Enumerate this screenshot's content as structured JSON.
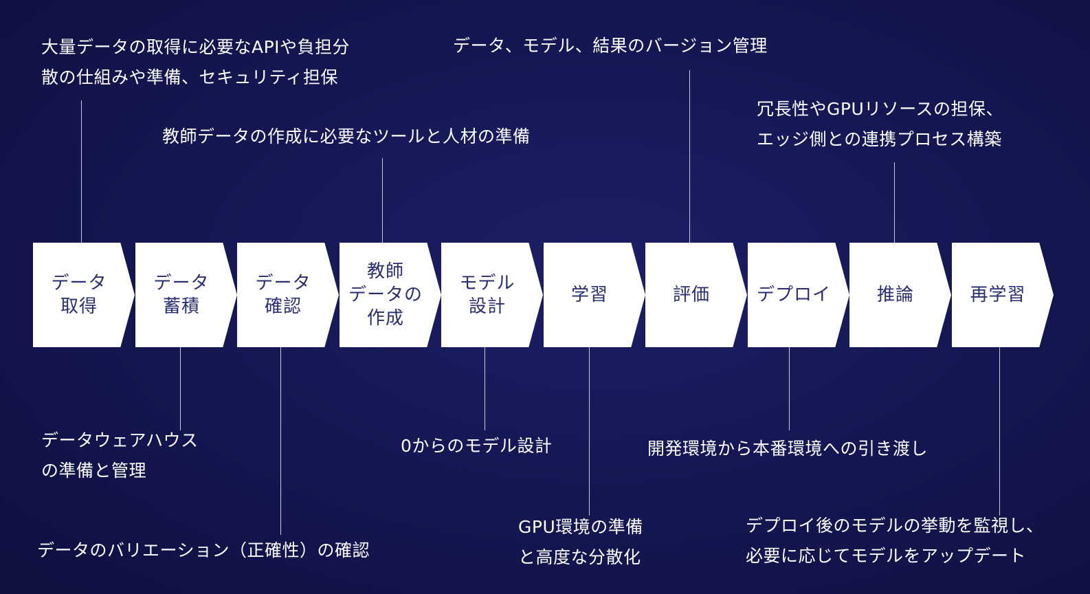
{
  "steps": [
    {
      "label": "データ\n取得"
    },
    {
      "label": "データ\n蓄積"
    },
    {
      "label": "データ\n確認"
    },
    {
      "label": "教師\nデータの\n作成"
    },
    {
      "label": "モデル\n設計"
    },
    {
      "label": "学習"
    },
    {
      "label": "評価"
    },
    {
      "label": "デプロイ"
    },
    {
      "label": "推論"
    },
    {
      "label": "再学習"
    }
  ],
  "annotations": {
    "data_acquisition": "大量データの取得に必要なAPIや負担分\n散の仕組みや準備、セキュリティ担保",
    "data_storage": "データウェアハウス\nの準備と管理",
    "data_check": "データのバリエーション（正確性）の確認",
    "teacher_data": "教師データの作成に必要なツールと人材の準備",
    "model_design": "0からのモデル設計",
    "training": "GPU環境の準備\nと高度な分散化",
    "evaluation": "データ、モデル、結果のバージョン管理",
    "deploy": "開発環境から本番環境への引き渡し",
    "inference": "冗長性やGPUリソースの担保、\nエッジ側との連携プロセス構築",
    "retraining": "デプロイ後のモデルの挙動を監視し、\n必要に応じてモデルをアップデート"
  }
}
